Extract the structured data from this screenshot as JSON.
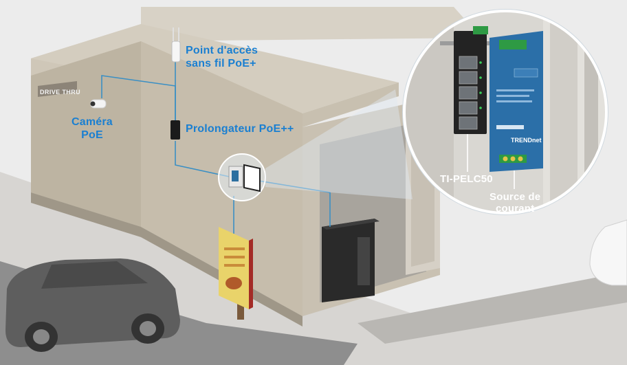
{
  "building_sign": "DRIVE THRU",
  "labels": {
    "access_point": "Point d'accès\nsans fil PoE+",
    "camera": "Caméra\nPoE",
    "extender": "Prolongateur PoE++",
    "switch_model": "TI-PELC50",
    "power_source": "Source de\ncourant"
  },
  "device_markings": {
    "brand": "TRENDnet"
  },
  "colors": {
    "label_blue": "#1a7fd1",
    "cable_blue": "#3a8fc4",
    "switch_green": "#1f6f3a",
    "psu_blue": "#2b6fa8"
  }
}
